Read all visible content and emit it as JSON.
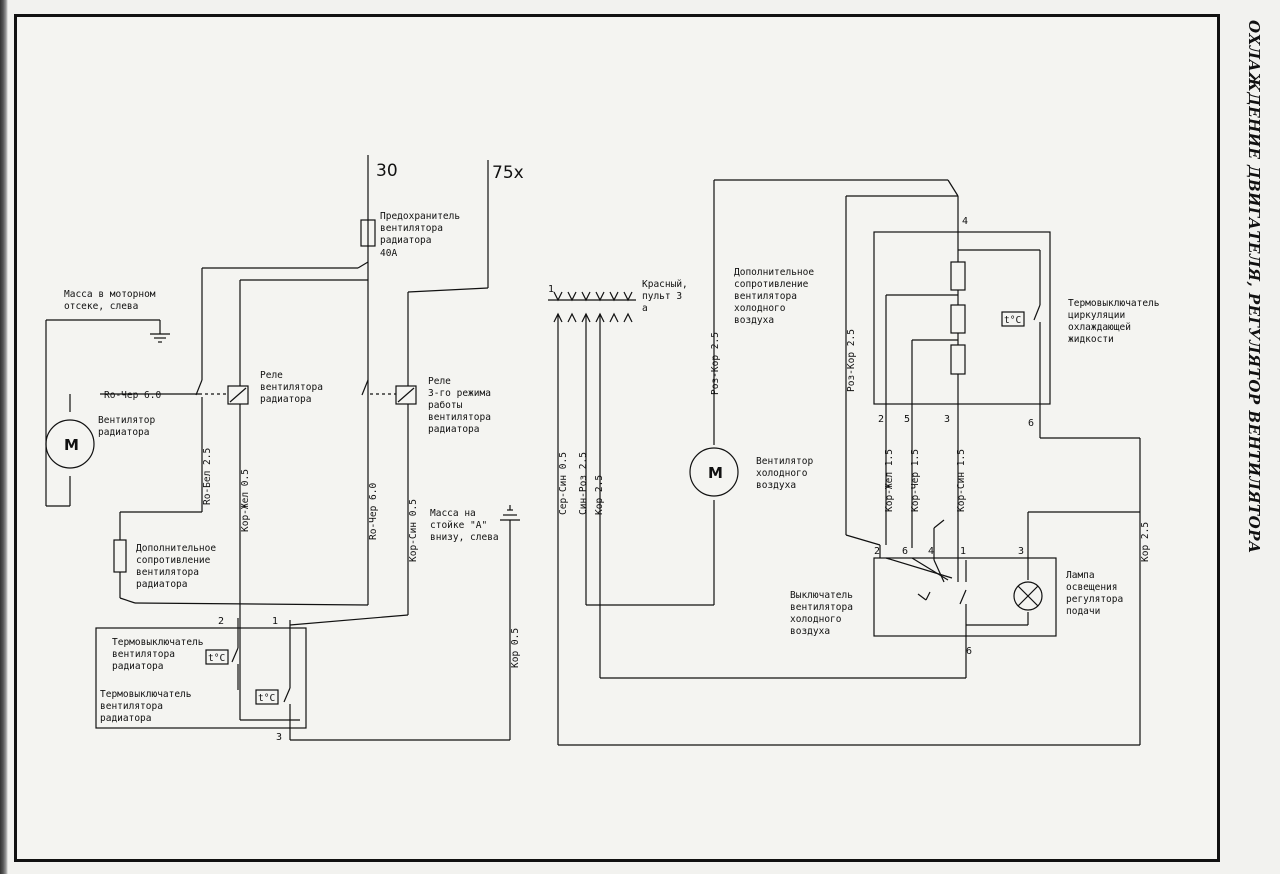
{
  "page": {
    "side_title": "ОХЛАЖДЕНИЕ ДВИГАТЕЛЯ, РЕГУЛЯТОР ВЕНТИЛЯТОРА"
  },
  "supply": {
    "line_30": "30",
    "line_75x": "75x"
  },
  "left": {
    "fuse": [
      "Предохранитель",
      "вентилятора",
      "радиатора",
      "40A"
    ],
    "ground_engine": [
      "Масса в моторном",
      "отсеке, слева"
    ],
    "motor_symbol": "M",
    "motor_label": [
      "Вентилятор",
      "радиатора"
    ],
    "wire_motor": "Ro-Чер 6.0",
    "relay1": [
      "Реле",
      "вентилятора",
      "радиатора"
    ],
    "relay2": [
      "Реле",
      "3-го режима",
      "работы",
      "вентилятора",
      "радиатора"
    ],
    "resistor": [
      "Дополнительное",
      "сопротивление",
      "вентилятора",
      "радиатора"
    ],
    "ground_pillar": [
      "Масса на",
      "стойке \"A\"",
      "внизу, слева"
    ],
    "switch1": [
      "Термовыключатель",
      "вентилятора",
      "радиатора"
    ],
    "switch2": [
      "Термовыключатель",
      "вентилятора",
      "радиатора"
    ],
    "tc": "t°C",
    "wires": {
      "ro_bel": "Ro-Бел 2.5",
      "kor_zhel": "Кор-Жел 0.5",
      "ro_cher": "Ro-Чер 6.0",
      "kor_sin": "Кор-Син 0.5",
      "kor": "Кор 0.5"
    },
    "pins": {
      "p1": "1",
      "p2": "2",
      "p3": "3"
    }
  },
  "right": {
    "connector": [
      "Красный,",
      "пульт 3",
      "а"
    ],
    "connector_pin": "1",
    "resistor": [
      "Дополнительное",
      "сопротивление",
      "вентилятора",
      "холодного",
      "воздуха"
    ],
    "motor_symbol": "M",
    "motor_label": [
      "Вентилятор",
      "холодного",
      "воздуха"
    ],
    "thermo": [
      "Термовыключатель",
      "циркуляции",
      "охлаждающей",
      "жидкости"
    ],
    "tc": "t°C",
    "switch": [
      "Выключатель",
      "вентилятора",
      "холодного",
      "воздуха"
    ],
    "lamp": [
      "Лампа",
      "освещения",
      "регулятора",
      "подачи"
    ],
    "wires": {
      "ser_sin": "Сер-Син 0.5",
      "sin_roz": "Син-Роз 2.5",
      "kor_a": "Кор 2.5",
      "roz_kor_a": "Роз-Кор 2.5",
      "roz_kor_b": "Роз-Кор 2.5",
      "kor_zhel": "Кор-Жел 1.5",
      "kor_cher": "Кор-Чер 1.5",
      "kor_sin": "Кор-Син 1.5",
      "kor_b": "Кор 2.5"
    },
    "pins": {
      "n4_top": "4",
      "n2": "2",
      "n5": "5",
      "n3": "3",
      "n6_top": "6",
      "s2": "2",
      "s6": "6",
      "s4": "4",
      "s1": "1",
      "s3": "3",
      "s6_bottom": "6"
    }
  }
}
